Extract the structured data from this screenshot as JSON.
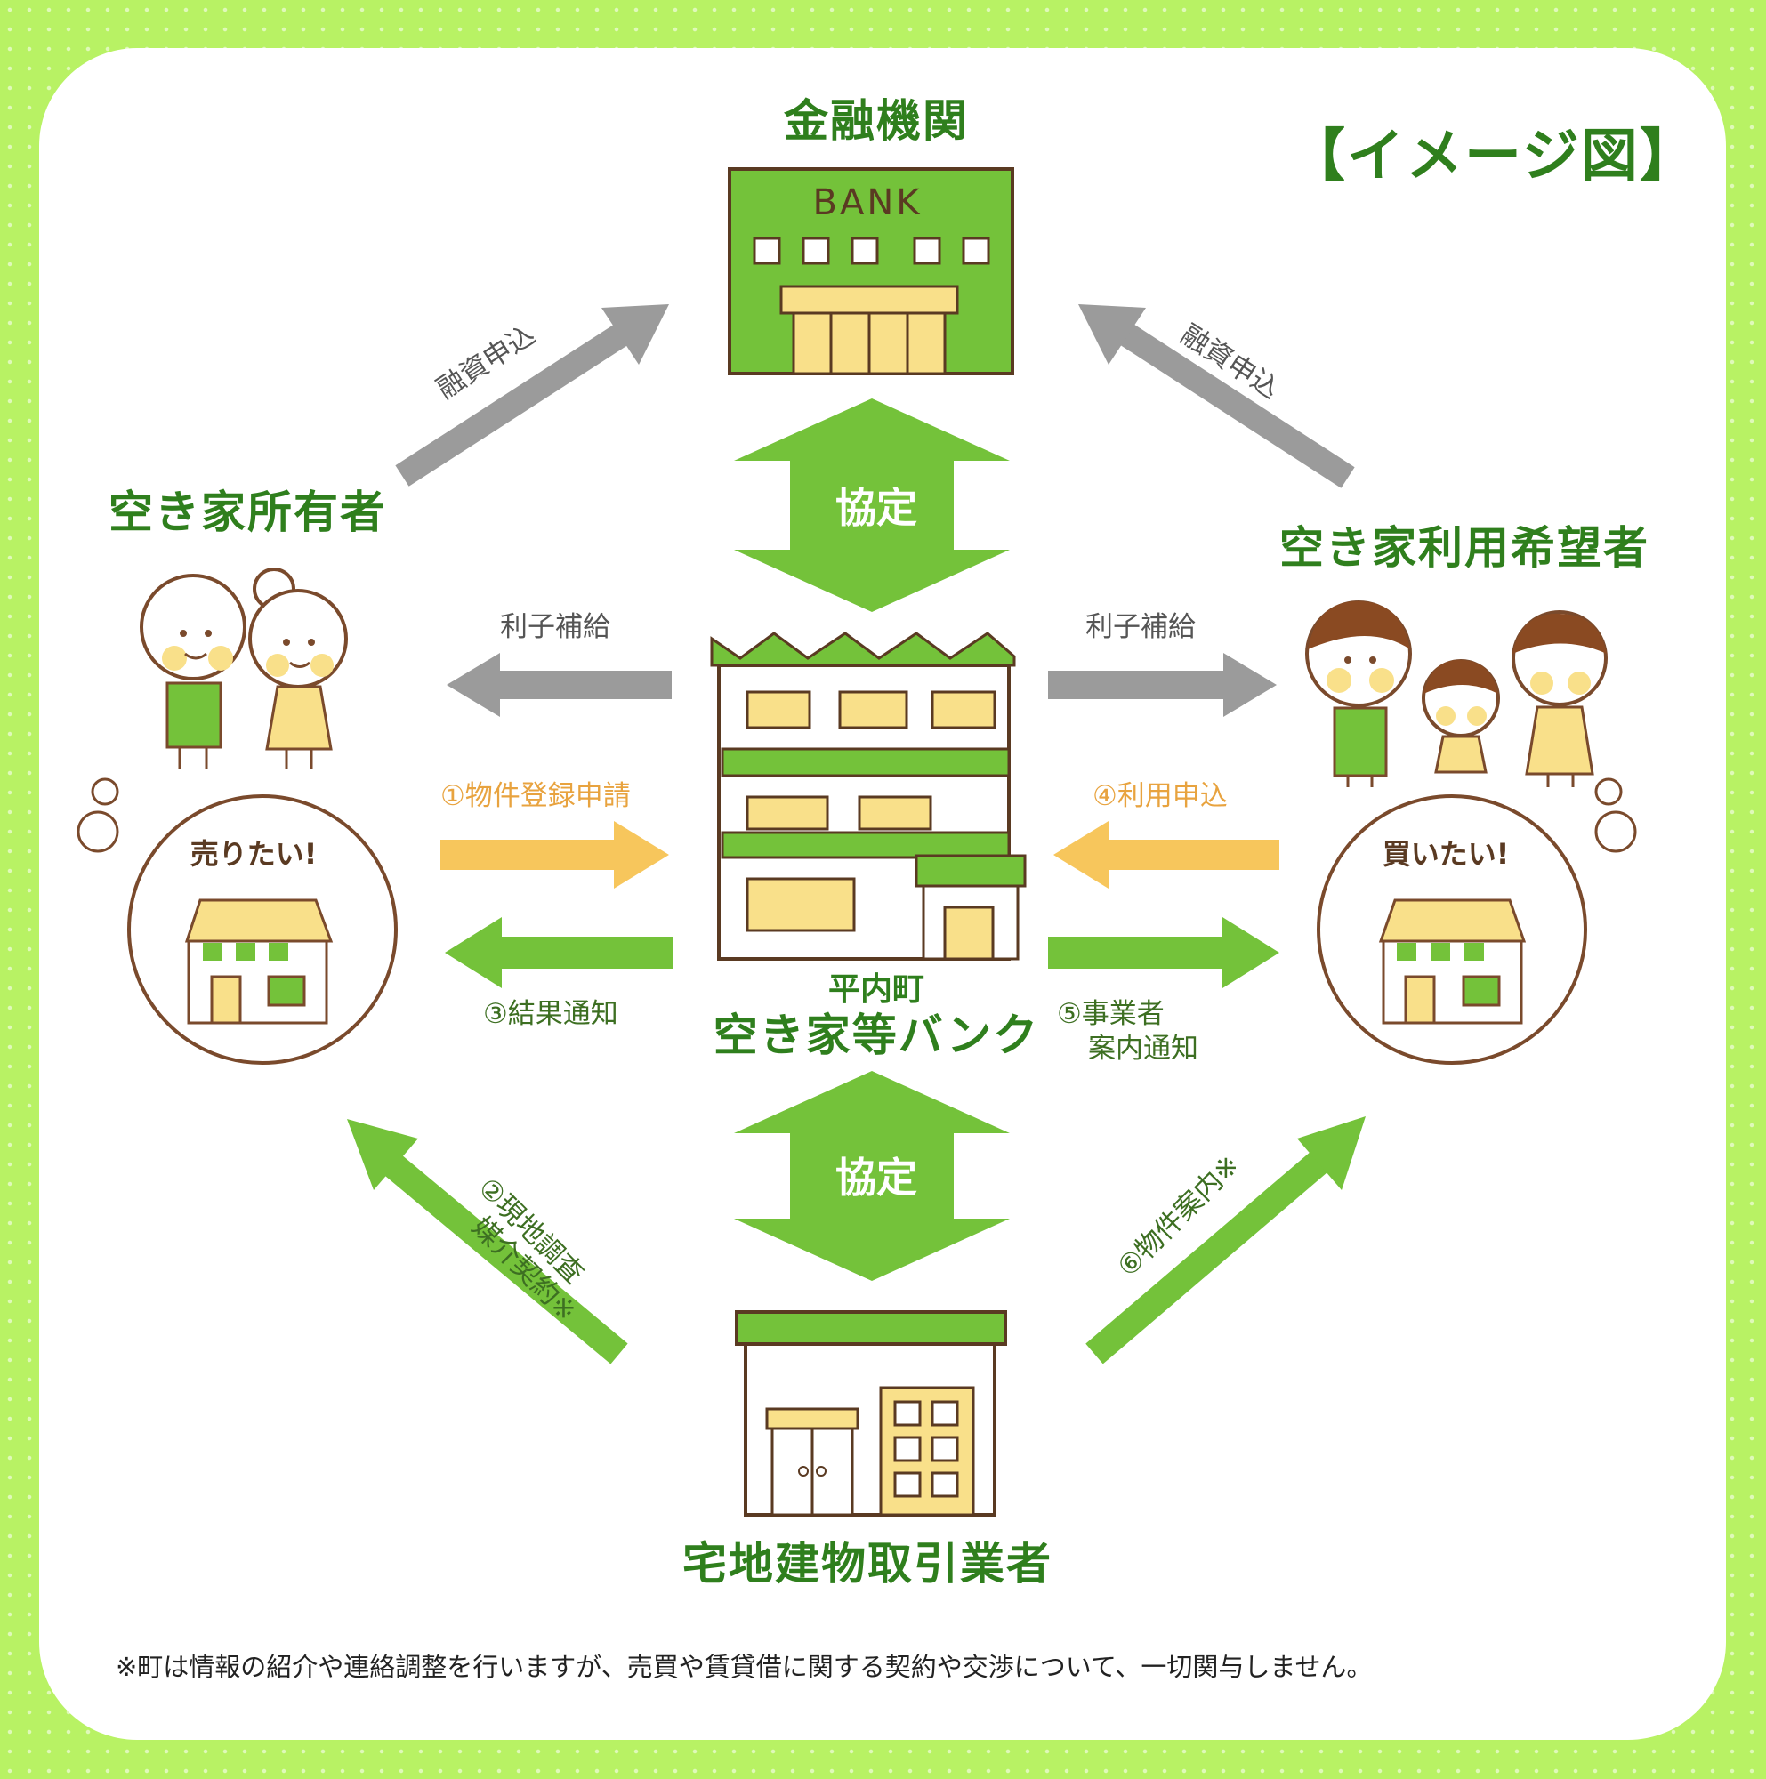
{
  "title": "【イメージ図】",
  "nodes": {
    "bank": {
      "name": "金融機関",
      "sign": "BANK"
    },
    "owner": {
      "name": "空き家所有者",
      "thought": "売りたい!"
    },
    "user": {
      "name": "空き家利用希望者",
      "thought": "買いたい!"
    },
    "center": {
      "line1": "平内町",
      "line2": "空き家等バンク"
    },
    "realtor": {
      "name": "宅地建物取引業者"
    }
  },
  "arrows": {
    "loan_left": "融資申込",
    "loan_right": "融資申込",
    "agreement_top": "協定",
    "agreement_bottom": "協定",
    "subsidy_left": "利子補給",
    "subsidy_right": "利子補給",
    "step1": "①物件登録申請",
    "step2_line1": "②現地調査",
    "step2_line2": "媒介契約※",
    "step3": "③結果通知",
    "step4": "④利用申込",
    "step5_line1": "⑤事業者",
    "step5_line2": "案内通知",
    "step6": "⑥物件案内※"
  },
  "footnote": "※町は情報の紹介や連絡調整を行いますが、売買や賃貸借に関する契約や交渉について、一切関与しません。",
  "colors": {
    "green": "#74c23a",
    "dark_green": "#2f7f1d",
    "gray": "#9b9b9b",
    "orange": "#f7c65c",
    "brown": "#7a4a2c",
    "yellow": "#f9e08a"
  }
}
